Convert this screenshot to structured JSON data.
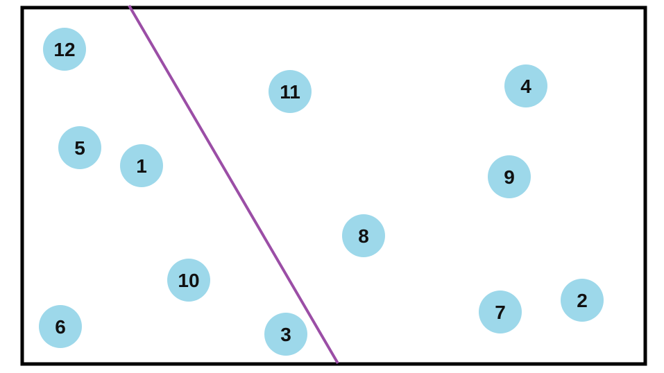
{
  "colors": {
    "border": "#000000",
    "divider": "#9b4ea6",
    "node_fill": "#9dd8ea",
    "label": "#111111"
  },
  "nodes": [
    {
      "label": "12"
    },
    {
      "label": "11"
    },
    {
      "label": "4"
    },
    {
      "label": "5"
    },
    {
      "label": "1"
    },
    {
      "label": "9"
    },
    {
      "label": "8"
    },
    {
      "label": "10"
    },
    {
      "label": "2"
    },
    {
      "label": "7"
    },
    {
      "label": "6"
    },
    {
      "label": "3"
    }
  ]
}
